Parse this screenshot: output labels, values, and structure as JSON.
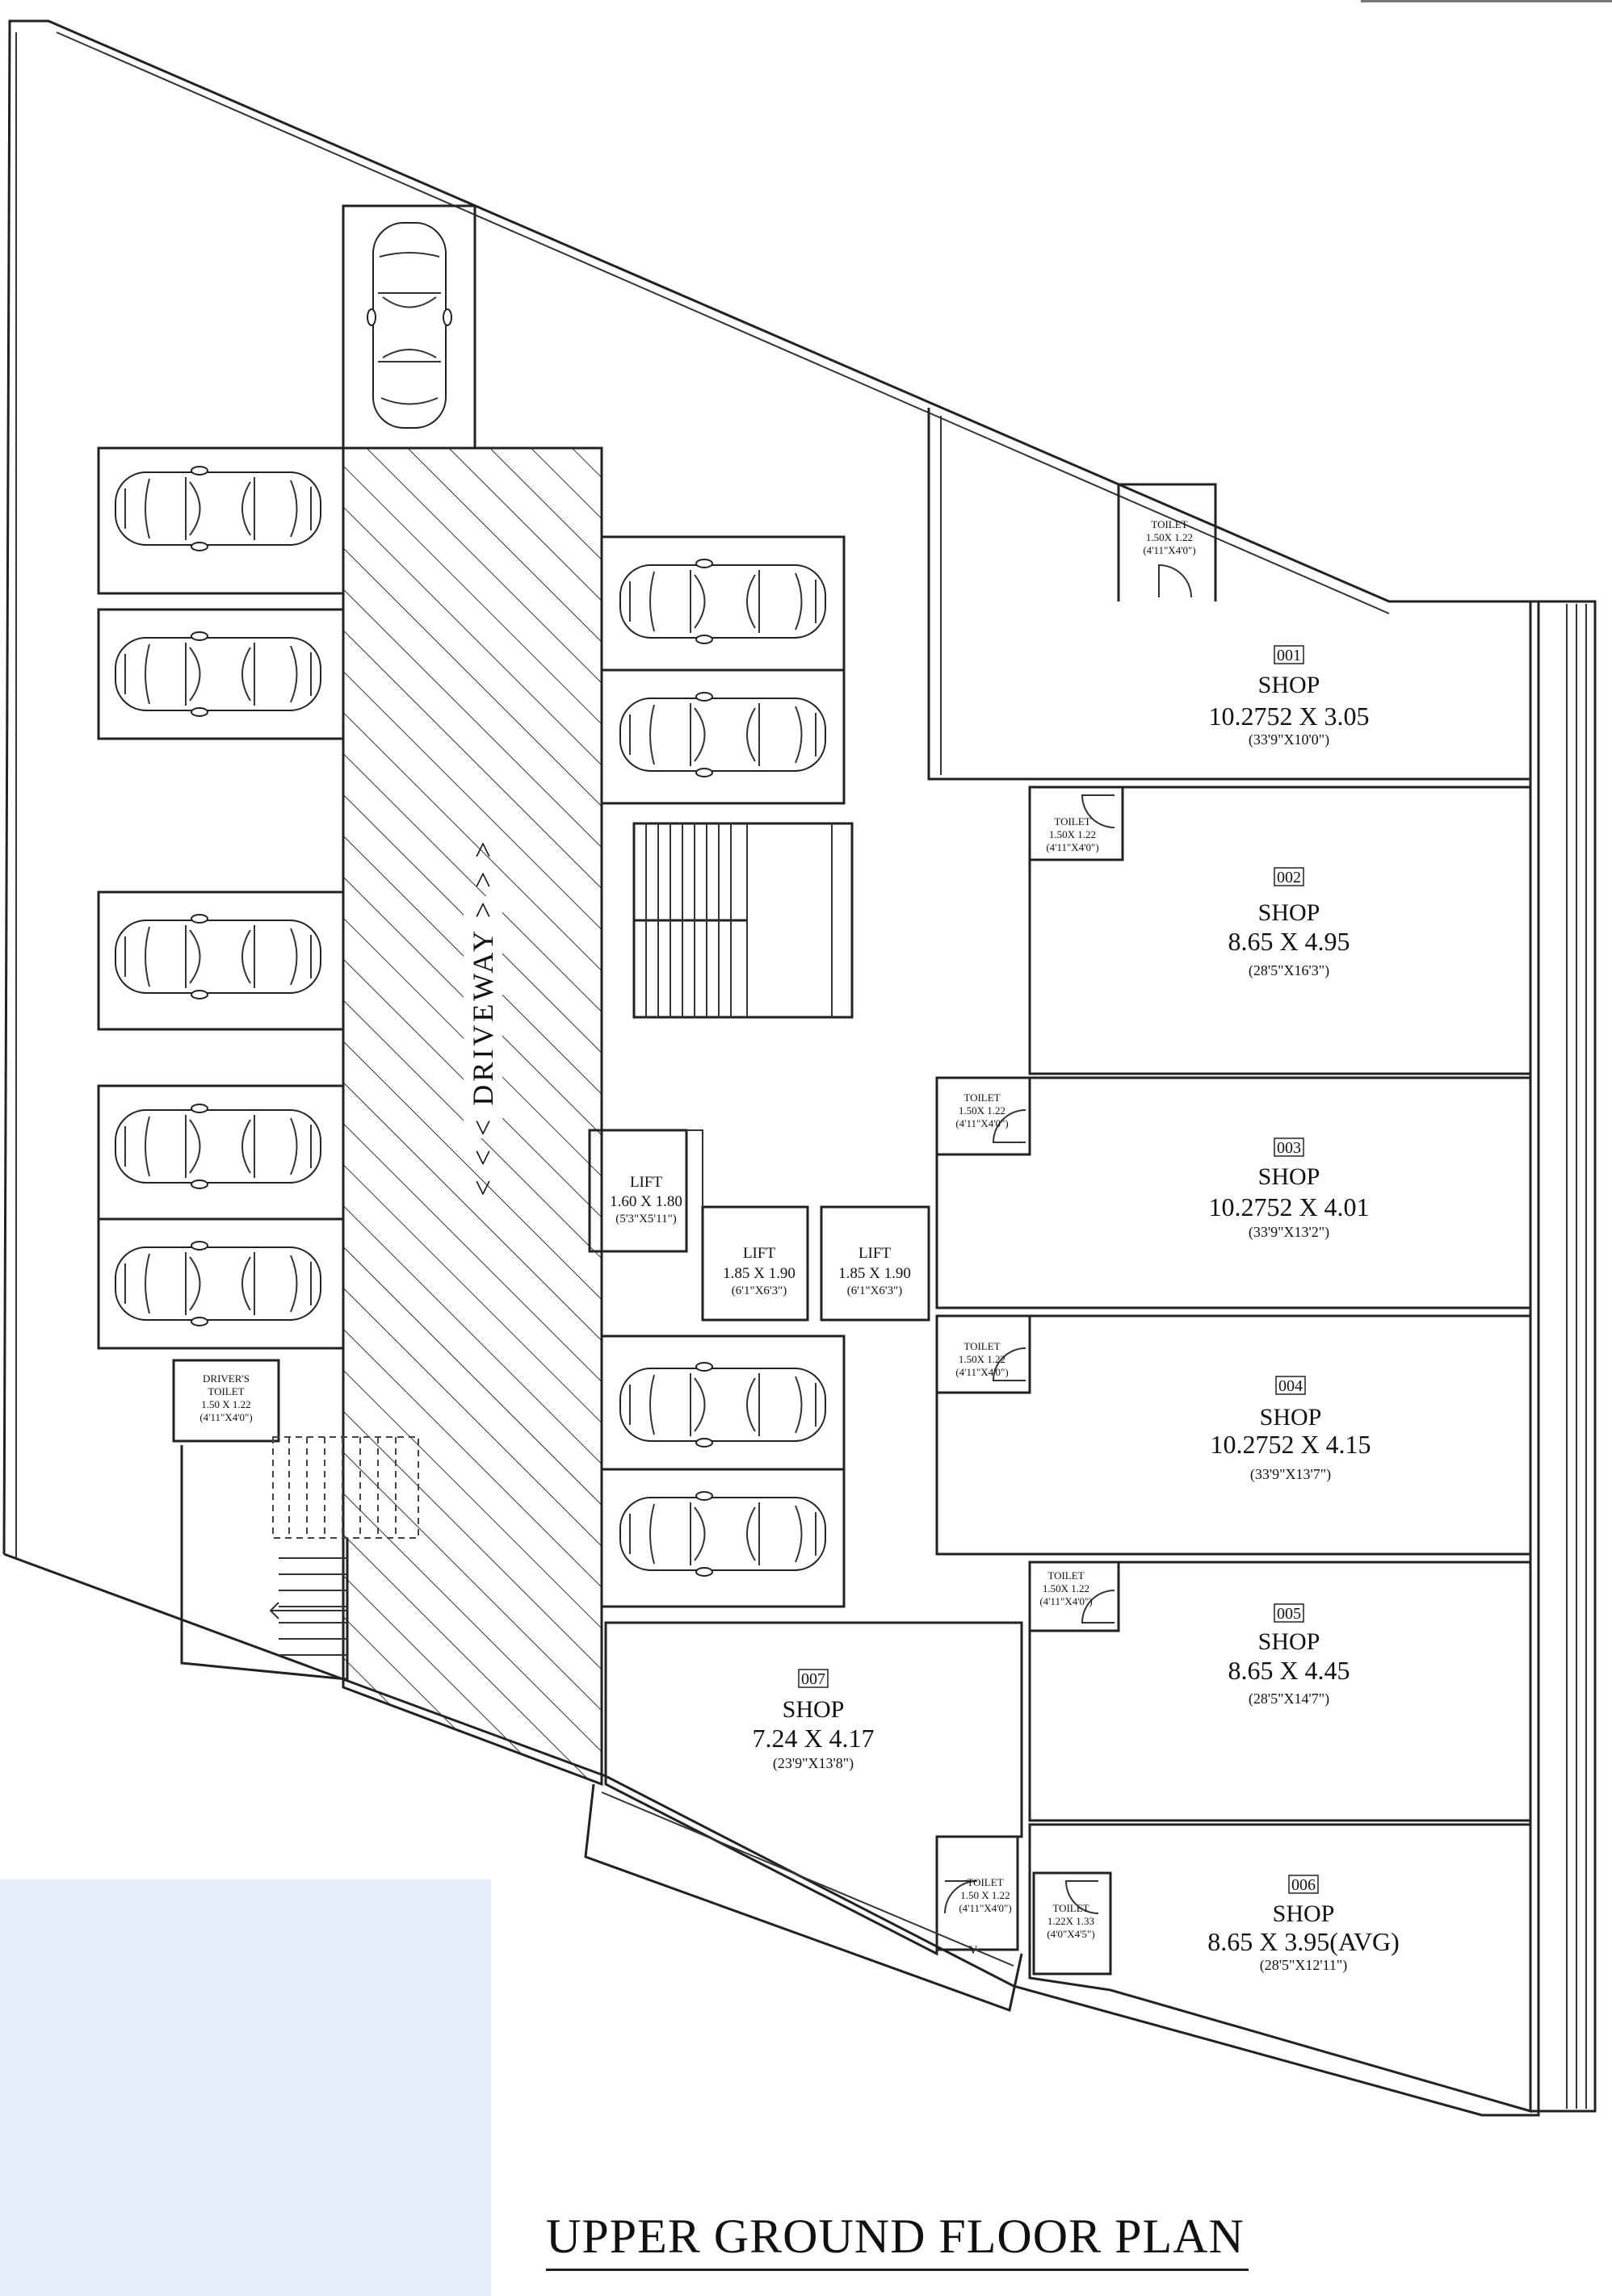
{
  "title": "UPPER GROUND FLOOR PLAN",
  "driveway_label": "< < < DRIVEWAY > > >",
  "shops": [
    {
      "no": "001",
      "name": "SHOP",
      "dims": "10.2752 X 3.05",
      "imperial": "(33'9\"X10'0\")"
    },
    {
      "no": "002",
      "name": "SHOP",
      "dims": "8.65 X 4.95",
      "imperial": "(28'5\"X16'3\")"
    },
    {
      "no": "003",
      "name": "SHOP",
      "dims": "10.2752 X 4.01",
      "imperial": "(33'9\"X13'2\")"
    },
    {
      "no": "004",
      "name": "SHOP",
      "dims": "10.2752 X 4.15",
      "imperial": "(33'9\"X13'7\")"
    },
    {
      "no": "005",
      "name": "SHOP",
      "dims": "8.65 X 4.45",
      "imperial": "(28'5\"X14'7\")"
    },
    {
      "no": "006",
      "name": "SHOP",
      "dims": "8.65 X 3.95(AVG)",
      "imperial": "(28'5\"X12'11\")"
    },
    {
      "no": "007",
      "name": "SHOP",
      "dims": "7.24 X 4.17",
      "imperial": "(23'9\"X13'8\")"
    }
  ],
  "toilets": [
    {
      "name": "TOILET",
      "dims": "1.50X 1.22",
      "imperial": "(4'11\"X4'0\")"
    },
    {
      "name": "TOILET",
      "dims": "1.50X 1.22",
      "imperial": "(4'11\"X4'0\")"
    },
    {
      "name": "TOILET",
      "dims": "1.50X 1.22",
      "imperial": "(4'11\"X4'0\")"
    },
    {
      "name": "TOILET",
      "dims": "1.50X 1.22",
      "imperial": "(4'11\"X4'0\")"
    },
    {
      "name": "TOILET",
      "dims": "1.50X 1.22",
      "imperial": "(4'11\"X4'0\")"
    },
    {
      "name": "TOILET",
      "dims": "1.50 X 1.22",
      "imperial": "(4'11\"X4'0\")"
    },
    {
      "name": "TOILET",
      "dims": "1.22X 1.33",
      "imperial": "(4'0\"X4'5\")"
    }
  ],
  "drivers_toilet": {
    "line1": "DRIVER'S",
    "line2": "TOILET",
    "dims": "1.50 X 1.22",
    "imperial": "(4'11\"X4'0\")"
  },
  "lifts": [
    {
      "name": "LIFT",
      "dims": "1.60 X 1.80",
      "imperial": "(5'3\"X5'11\")"
    },
    {
      "name": "LIFT",
      "dims": "1.85 X 1.90",
      "imperial": "(6'1\"X6'3\")"
    },
    {
      "name": "LIFT",
      "dims": "1.85 X 1.90",
      "imperial": "(6'1\"X6'3\")"
    }
  ],
  "stair_mark": "V"
}
